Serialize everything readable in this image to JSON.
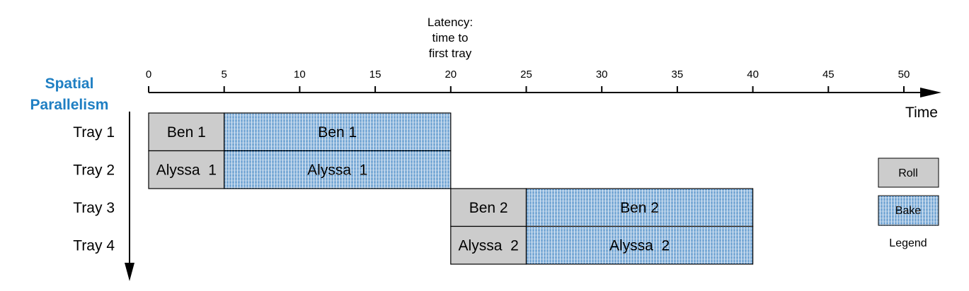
{
  "title": [
    "Spatial",
    "Parallelism"
  ],
  "latency_note": [
    "Latency:",
    "time to",
    "first tray"
  ],
  "time_axis": {
    "label": "Time",
    "min": 0,
    "max": 50,
    "ticks": [
      0,
      5,
      10,
      15,
      20,
      25,
      30,
      35,
      40,
      45,
      50
    ]
  },
  "rows": [
    "Tray 1",
    "Tray 2",
    "Tray 3",
    "Tray 4"
  ],
  "tasks": [
    {
      "row": 0,
      "start": 0,
      "end": 5,
      "kind": "roll",
      "label": "Ben 1"
    },
    {
      "row": 0,
      "start": 5,
      "end": 20,
      "kind": "bake",
      "label": "Ben 1"
    },
    {
      "row": 1,
      "start": 0,
      "end": 5,
      "kind": "roll",
      "label": "Alyssa  1"
    },
    {
      "row": 1,
      "start": 5,
      "end": 20,
      "kind": "bake",
      "label": "Alyssa  1"
    },
    {
      "row": 2,
      "start": 20,
      "end": 25,
      "kind": "roll",
      "label": "Ben 2"
    },
    {
      "row": 2,
      "start": 25,
      "end": 40,
      "kind": "bake",
      "label": "Ben 2"
    },
    {
      "row": 3,
      "start": 20,
      "end": 25,
      "kind": "roll",
      "label": "Alyssa  2"
    },
    {
      "row": 3,
      "start": 25,
      "end": 40,
      "kind": "bake",
      "label": "Alyssa  2"
    }
  ],
  "legend": {
    "roll": "Roll",
    "bake": "Bake",
    "title": "Legend"
  },
  "colors": {
    "roll_fill": "#cccccc",
    "bake_fill": "#dde8f4",
    "bake_pattern": "#2f7bbf",
    "title": "#1f7fc3"
  }
}
